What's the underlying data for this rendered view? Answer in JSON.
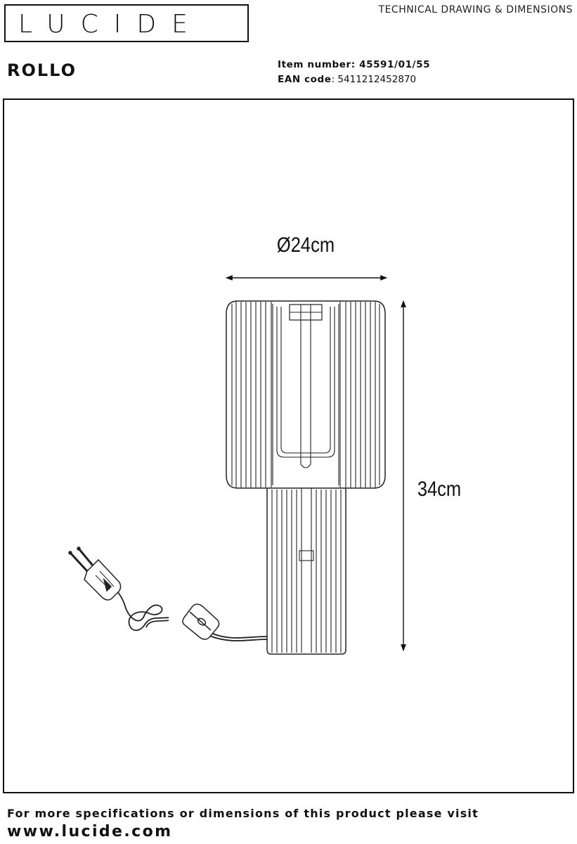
{
  "brand": {
    "logo_text": "LUCIDE"
  },
  "header": {
    "document_type": "TECHNICAL DRAWING & DIMENSIONS"
  },
  "product": {
    "name": "ROLLO",
    "item_number_label": "Item number",
    "item_number": "45591/01/55",
    "ean_label": "EAN code",
    "ean": "5411212452870"
  },
  "dimensions": {
    "diameter": "Ø24cm",
    "height": "34cm"
  },
  "footer": {
    "text": "For more specifications or dimensions of this product please visit",
    "url": "www.lucide.com"
  }
}
